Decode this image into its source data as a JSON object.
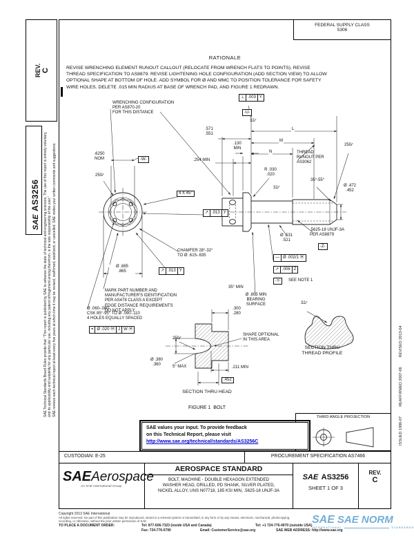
{
  "sheet": {
    "rev_label": "REV.",
    "rev_value": "C",
    "doc_number_vertical": "AS3256",
    "sae_logo": "SAE",
    "federal_supply_class_label": "FEDERAL SUPPLY CLASS",
    "federal_supply_class_value": "5306",
    "left_notice_1": "SAE Technical Standards Board Rules provide that: \"This report is published by SAE to advance the state of technical and engineering sciences. The use of this report is entirely voluntary, and its applicability and suitability for any particular use, including any patent infringement arising therefrom, is the sole responsibility of the user.\"",
    "left_notice_2": "SAE reviews each technical report at least every five years at which time it may be revised, reaffirmed, stabilized, or cancelled. SAE invites your written comments and suggestions.",
    "issued": "ISSUED 1986-07",
    "reaffirmed": "REAFFIRMED 2007-06",
    "revised": "REVISED 2013-04"
  },
  "rationale": {
    "heading": "RATIONALE",
    "body": "REVISE WRENCHING ELEMENT RUNOUT CALLOUT (RELOCATE FROM WRENCH FLATS TO POINTS). REVISE\nTHREAD SPECIFICATION TO AS8879. REVISE LIGHTENING HOLE CONFIGURATION (ADD SECTION VIEW) TO ALLOW\nOPTIONAL SHAPE AT BOTTOM OF HOLE. ADD SYMBOL FOR Ø AND MMC TO POSITION TOLERANCE FOR SAFETY\nWIRE HOLES. DELETE .015 MIN RADIUS AT BASE OF WRENCH PAD, AND FIGURE 1 REDRAWN."
  },
  "drawing": {
    "wrench_note": "WRENCHING CONFIGURATION\nPER AS870-20\nFOR THIS DISTANCE",
    "dim_head_len": ".571\n.551",
    "dim_130": ".130\nMIN",
    "dim_254": ".254 MIN",
    "dim_wrench": ".6250\nNOM",
    "datum_w": "-W-",
    "datum_u": "-U-",
    "datum_z": "-Z-",
    "datum_y": "-Y-",
    "see_note": "SEE NOTE 1",
    "chamfer_4x45": "4 X 45°",
    "dim_head_od": "Ø .885\n.865",
    "mark_note": "MARK PART NUMBER AND\nMANUFACTURER'S IDENTIFICATION\nPER AS478 CLASS A EXCEPT\nEDGE DISTANCE REQUIREMENTS\nDO NOT APPLY",
    "holes_note": "Ø .060-.080\nCSK 85°-95° TO Ø .090-.110\n4 HOLES EQUALLY SPACED",
    "dim_L": "L",
    "dim_M": "M",
    "dim_N": "N",
    "thread_runout_note": "THREAD\nRUNOUT PER\nAS3062",
    "fillet_r": "R .030\n.020",
    "angle_3555": "35°-55°",
    "dim_chamfer_od": "Ø .472\n.452",
    "thread_spec": ".5625-18 UNJF-3A\nPER AS8879",
    "dim_shank": "Ø .531\n.521",
    "angle_35min": "35° MIN",
    "bearing_note": "Ø .805 MIN\nBEARING\nSURFACE",
    "chamfer_note": "CHAMFER 28°-32°\nTO Ø .615-.635",
    "dim_300": ".300\n.280",
    "shape_note": "SHAPE OPTIONAL\nIN THIS AREA",
    "angle_5max": "5° MAX",
    "dim_211": ".211 MIN",
    "dim_452": ".452",
    "dim_380": "Ø .380\n.360",
    "fin_250": "250",
    "fin_32": "32",
    "fcf_perp": {
      "sym": "⊥",
      "tol": ".003",
      "datum": "Y"
    },
    "fcf_runout_013": {
      "sym": "↗",
      "tol": ".013",
      "datum": "Y"
    },
    "fcf_runout_006": {
      "sym": "↗",
      "tol": ".006",
      "datum": "Z"
    },
    "fcf_straight": {
      "sym": "—",
      "tol": "Ø .002/1 Ⓜ"
    },
    "fcf_position": {
      "sym": "⌖",
      "tol": "Ø .020 Ⓜ",
      "d1": "J",
      "d2": "W Ⓜ"
    },
    "section_head_label": "SECTION THRU HEAD",
    "figure_caption": "FIGURE 1  BOLT",
    "section_thread_label": "SECTION THRU\nTHREAD PROFILE"
  },
  "projection": {
    "title": "THIRD ANGLE PROJECTION"
  },
  "feedback": {
    "line1": "SAE values your input. To provide feedback",
    "line2": "on this Technical Report, please visit",
    "link": "http://www.sae.org/technical/standards/AS3256C"
  },
  "info_row": {
    "custodian": "CUSTODIAN: E-25",
    "procurement": "PROCUREMENT SPECIFICATION AS7466"
  },
  "title_block": {
    "logo_sae": "SAE",
    "logo_aerospace": "Aerospace",
    "logo_sub": "An SAE International Group",
    "standard_type": "AEROSPACE STANDARD",
    "title_line1": "BOLT, MACHINE - DOUBLE HEXAGON EXTENDED",
    "title_line2": "WASHER HEAD, DRILLED, PD SHANK, SILVER PLATED,",
    "title_line3": "NICKEL ALLOY, UNS N07718, 185 KSI MIN, .5625-18 UNJF-3A",
    "doc_logo": "SAE",
    "doc_number": "AS3256",
    "sheet": "SHEET 1 OF 3",
    "rev_label": "REV.",
    "rev_value": "C"
  },
  "footer": {
    "copyright": "Copyright 2013 SAE International",
    "legal1": "All rights reserved. No part of this publication may be reproduced, stored in a retrieval system or transmitted, in any form or by any means, electronic, mechanical, photocopying,",
    "legal2": "recording, or otherwise, without the prior written permission of SAE.",
    "order_label": "TO PLACE A DOCUMENT ORDER:",
    "tel1": "Tel: 877-606-7323 (inside USA and Canada)",
    "tel2": "Tel: +1 724-776-4970 (outside USA)",
    "fax": "Fax: 724-776-0790",
    "email": "Email: CustomerService@sae.org",
    "web": "SAE WEB ADDRESS: http://www.sae.org"
  },
  "watermark": {
    "logo": "SAE",
    "text": "SAE NORM",
    "sub1": "INTERNATIONAL",
    "sub2": "STANDARDS",
    "color": "#5b9fd0"
  }
}
